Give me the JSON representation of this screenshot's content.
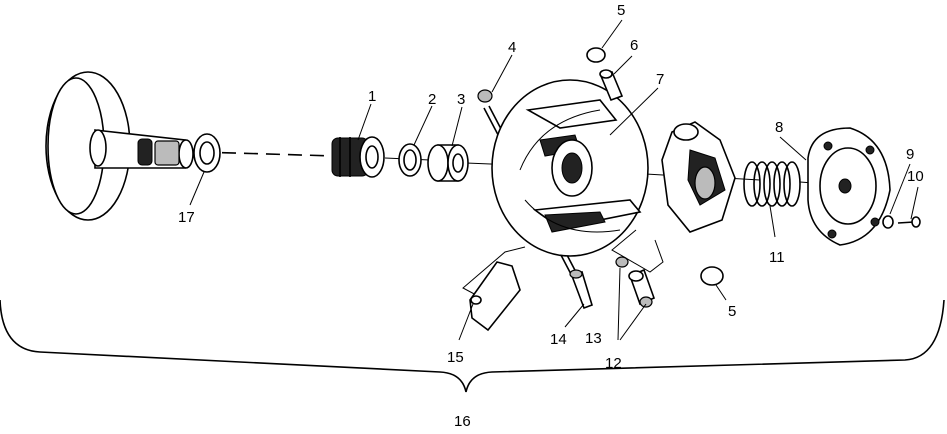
{
  "diagram": {
    "callouts": [
      "1",
      "2",
      "3",
      "4",
      "5",
      "6",
      "7",
      "8",
      "9",
      "10",
      "11",
      "12",
      "13",
      "14",
      "15",
      "16",
      "17",
      "5"
    ]
  }
}
